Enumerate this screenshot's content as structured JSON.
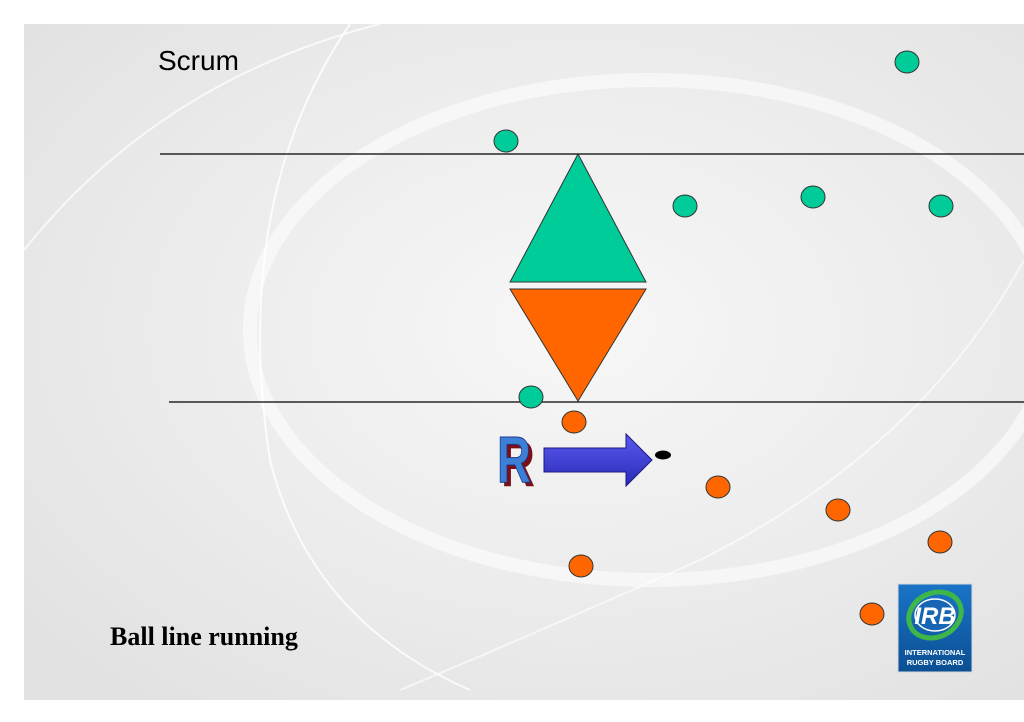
{
  "slide": {
    "title": "Scrum",
    "caption": "Ball line running",
    "referee_mark": "R"
  },
  "colors": {
    "background": "#ececec",
    "attack_team": "#00cc99",
    "defence_team": "#ff6600",
    "arrow": "#3333cc",
    "referee_letter_fill": "#3d7fd6",
    "referee_letter_shadow": "#7a0f1a",
    "line": "#000000",
    "ball": "#000000"
  },
  "logo": {
    "letters": "IRB",
    "line1": "INTERNATIONAL",
    "line2": "RUGBY BOARD"
  }
}
